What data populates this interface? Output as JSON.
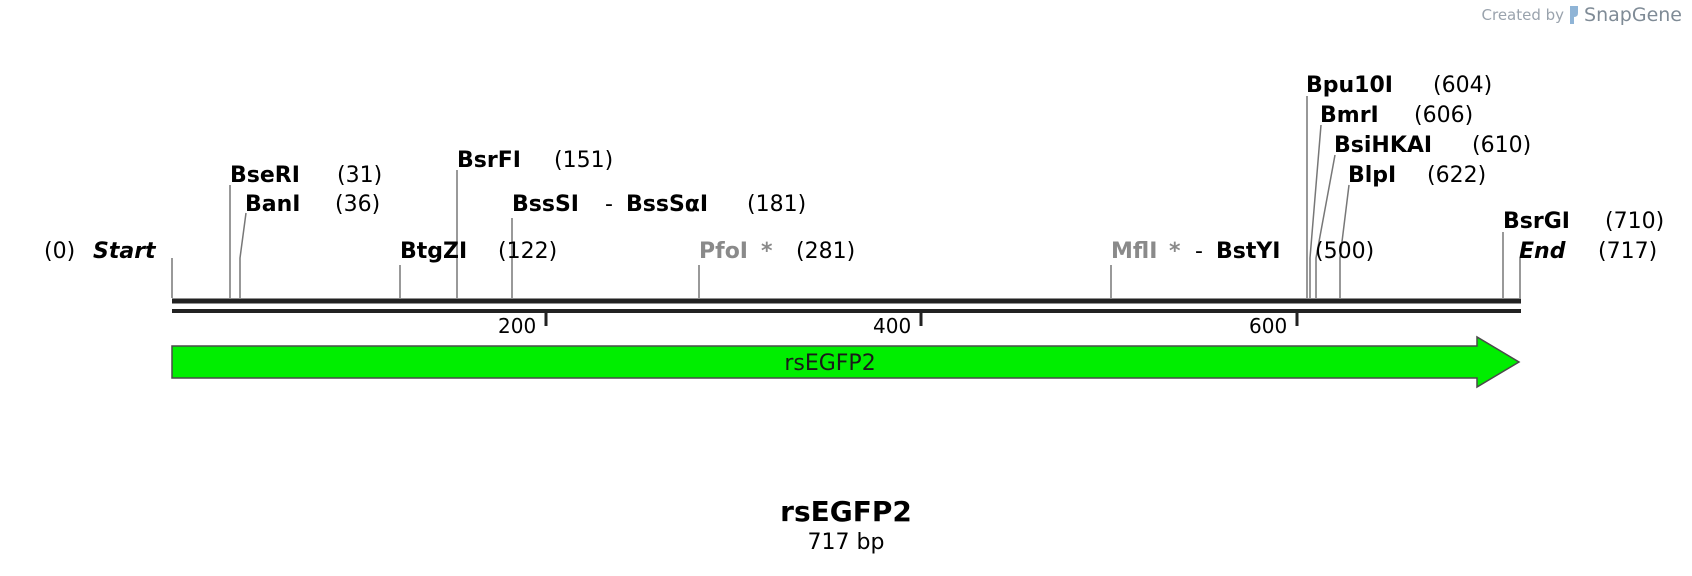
{
  "watermark": {
    "prefix": "Created by",
    "brand": "SnapGene"
  },
  "sequence": {
    "name": "rsEGFP2",
    "length_label": "717 bp",
    "length_bp": 717
  },
  "ends": {
    "start": {
      "label": "Start",
      "position_text": "(0)"
    },
    "end": {
      "label": "End",
      "position_text": "(717)"
    }
  },
  "enzymes": [
    {
      "name": "BseRI",
      "position_text": "(31)",
      "position": 31
    },
    {
      "name": "BanI",
      "position_text": "(36)",
      "position": 36
    },
    {
      "name": "BtgZI",
      "position_text": "(122)",
      "position": 122
    },
    {
      "name": "BsrFI",
      "position_text": "(151)",
      "position": 151
    },
    {
      "name": "BssSI",
      "name2": "BssSαI",
      "separator": "-",
      "position_text": "(181)",
      "position": 181
    },
    {
      "name": "PfoI",
      "star": "*",
      "position_text": "(281)",
      "position": 281,
      "muted": true
    },
    {
      "name": "MflI",
      "star": "*",
      "separator": "-",
      "name2": "BstYI",
      "position_text": "(500)",
      "position": 500,
      "muted": true
    },
    {
      "name": "Bpu10I",
      "position_text": "(604)",
      "position": 604
    },
    {
      "name": "BmrI",
      "position_text": "(606)",
      "position": 606
    },
    {
      "name": "BsiHKAI",
      "position_text": "(610)",
      "position": 610
    },
    {
      "name": "BlpI",
      "position_text": "(622)",
      "position": 622
    },
    {
      "name": "BsrGI",
      "position_text": "(710)",
      "position": 710
    }
  ],
  "ruler": {
    "ticks": [
      "200",
      "400",
      "600"
    ],
    "tick_values": [
      200,
      400,
      600
    ]
  },
  "feature": {
    "label": "rsEGFP2",
    "color": "#00ee00",
    "start": 0,
    "end": 717,
    "direction": "forward"
  }
}
